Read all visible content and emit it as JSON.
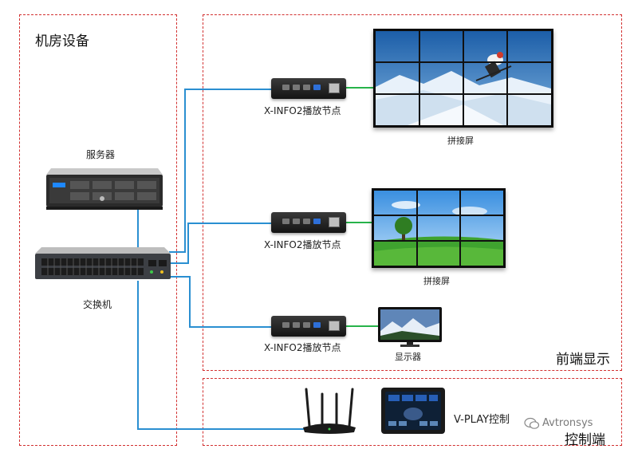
{
  "zones": {
    "server_room": "机房设备",
    "front_display": "前端显示",
    "control": "控制端"
  },
  "devices": {
    "server": "服务器",
    "switch": "交换机",
    "players": [
      "X-INFO2播放节点",
      "X-INFO2播放节点",
      "X-INFO2播放节点"
    ],
    "video_wall_1": "拼接屏",
    "video_wall_2": "拼接屏",
    "display": "显示器",
    "control_panel": "V-PLAY控制"
  },
  "watermark": "Avtronsys",
  "colors": {
    "zone_border": "#d23030",
    "network_cable": "#2a8fd1",
    "hdmi_cable": "#27b34a"
  }
}
